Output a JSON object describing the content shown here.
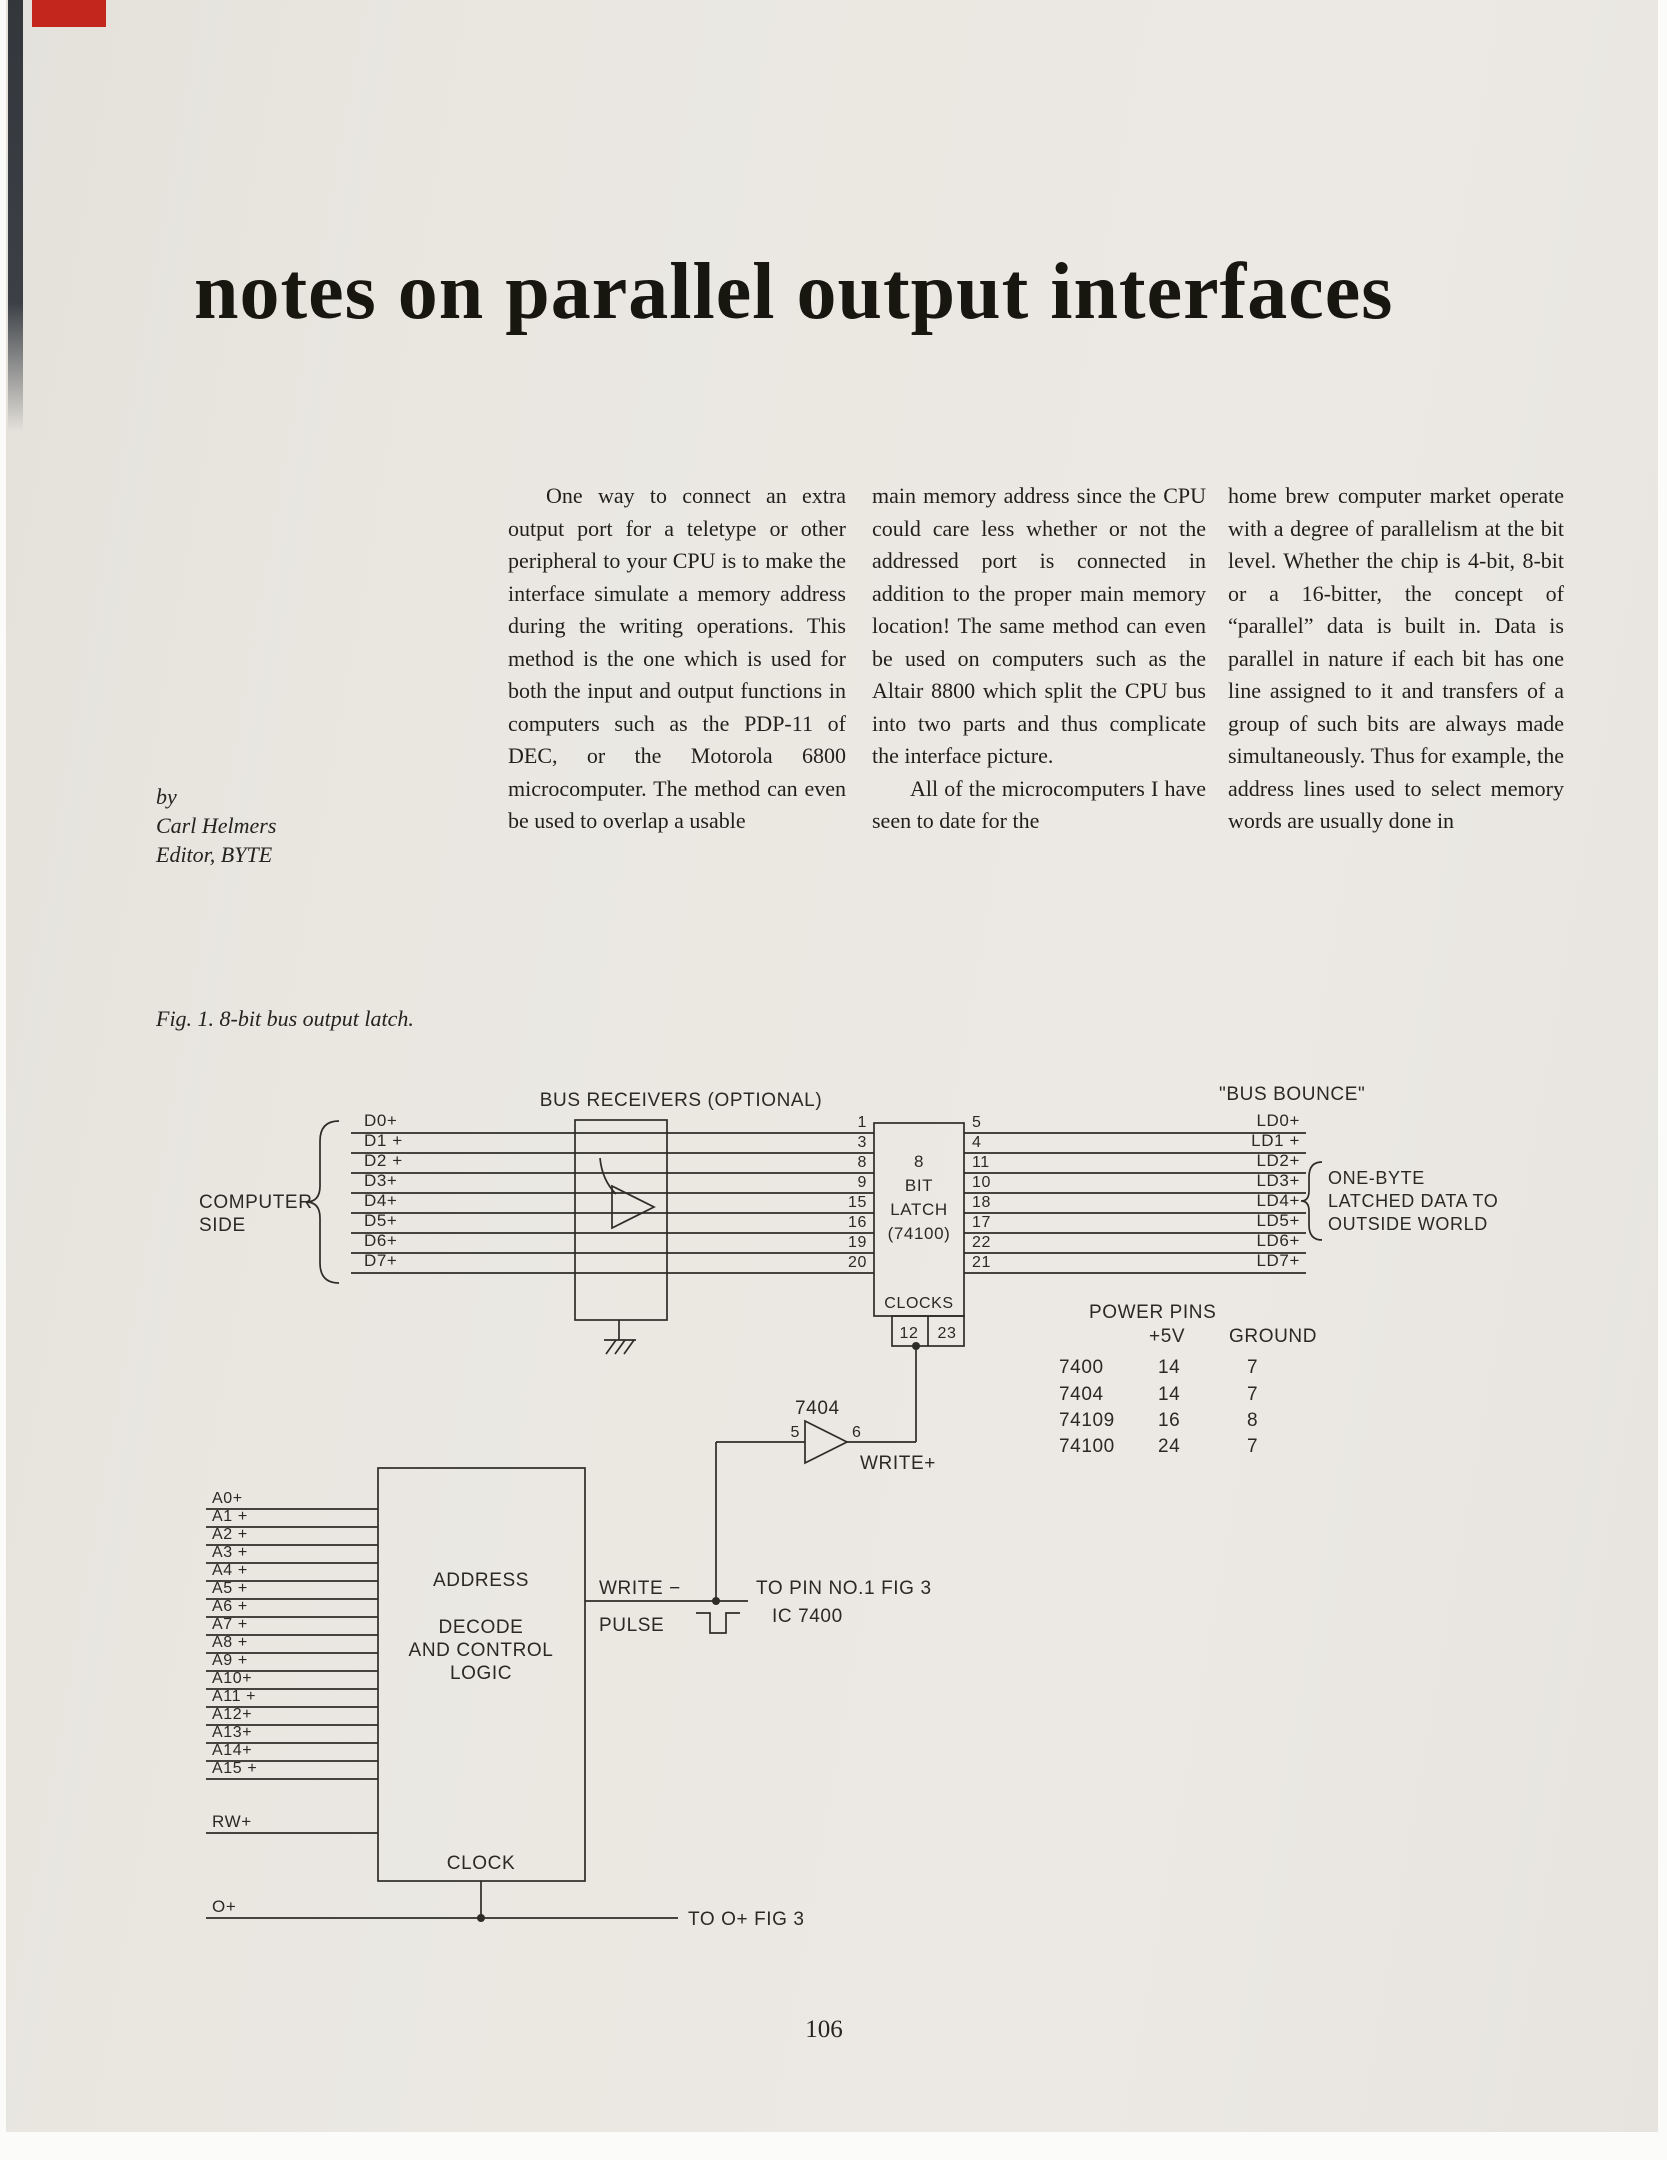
{
  "page": {
    "title": "notes on parallel output interfaces",
    "page_number": "106",
    "byline": {
      "by": "by",
      "name": "Carl Helmers",
      "role": "Editor, BYTE"
    },
    "columns": {
      "col1": "One way to connect an extra output port for a teletype or other peripheral to your CPU is to make the interface simulate a memory address during the writing operations. This method is the one which is used for both the input and output functions in computers such as the PDP-11 of DEC, or the Motorola 6800 microcomputer. The method can even be used to overlap a usable",
      "col2_p1": "main memory address since the CPU could care less whether or not the addressed port is connected in addition to the proper main memory location! The same method can even be used on computers such as the Altair 8800 which split the CPU bus into two parts and thus complicate the interface picture.",
      "col2_p2": "All of the microcomputers I have seen to date for the",
      "col3": "home brew computer market operate with a degree of parallelism at the bit level. Whether the chip is 4-bit, 8-bit or a 16-bitter, the concept of “parallel” data is built in. Data is parallel in nature if each bit has one line assigned to it and transfers of a group of such bits are always made simultaneously. Thus for example, the address lines used to select memory words are usually done in"
    },
    "figure_caption": "Fig. 1. 8-bit bus output latch."
  },
  "diagram": {
    "bus_receivers_label": "BUS RECEIVERS (OPTIONAL)",
    "bus_bounce_label": "\"BUS  BOUNCE\"",
    "computer_side": [
      "COMPUTER",
      "SIDE"
    ],
    "data_lines": [
      "D0+",
      "D1 +",
      "D2 +",
      "D3+",
      "D4+",
      "D5+",
      "D6+",
      "D7+"
    ],
    "latch_pins_left": [
      "1",
      "3",
      "8",
      "9",
      "15",
      "16",
      "19",
      "20"
    ],
    "latch_pins_right": [
      "5",
      "4",
      "11",
      "10",
      "18",
      "17",
      "22",
      "21"
    ],
    "latch_label": [
      "8",
      "BIT",
      "LATCH",
      "(74100)"
    ],
    "clocks_label": "CLOCKS",
    "clock_pins": [
      "12",
      "23"
    ],
    "output_lines": [
      "LD0+",
      "LD1 +",
      "LD2+",
      "LD3+",
      "LD4+",
      "LD5+",
      "LD6+",
      "LD7+"
    ],
    "outside_world": [
      "ONE-BYTE",
      "LATCHED DATA TO",
      "OUTSIDE WORLD"
    ],
    "power_pins": {
      "title": "POWER PINS",
      "col_5v": "+5V",
      "col_gnd": "GROUND",
      "rows": [
        [
          "7400",
          "14",
          "7"
        ],
        [
          "7404",
          "14",
          "7"
        ],
        [
          "74109",
          "16",
          "8"
        ],
        [
          "74100",
          "24",
          "7"
        ]
      ]
    },
    "inverter_label": "7404",
    "inverter_pin_in": "5",
    "inverter_pin_out": "6",
    "write_plus": "WRITE+",
    "write_minus": "WRITE −",
    "pulse_label": "PULSE",
    "to_pin_label": "TO PIN NO.1 FIG 3",
    "ic_label": "IC 7400",
    "address_lines": [
      "A0+",
      "A1 +",
      "A2 +",
      "A3 +",
      "A4 +",
      "A5 +",
      "A6 +",
      "A7 +",
      "A8 +",
      "A9 +",
      "A10+",
      "A11 +",
      "A12+",
      "A13+",
      "A14+",
      "A15 +"
    ],
    "rw_label": "RW+",
    "decode_box": [
      "ADDRESS",
      "DECODE",
      "AND CONTROL",
      "LOGIC"
    ],
    "clock_label": "CLOCK",
    "phase_label": "O+",
    "to_phase_label": "TO O+ FIG 3"
  }
}
